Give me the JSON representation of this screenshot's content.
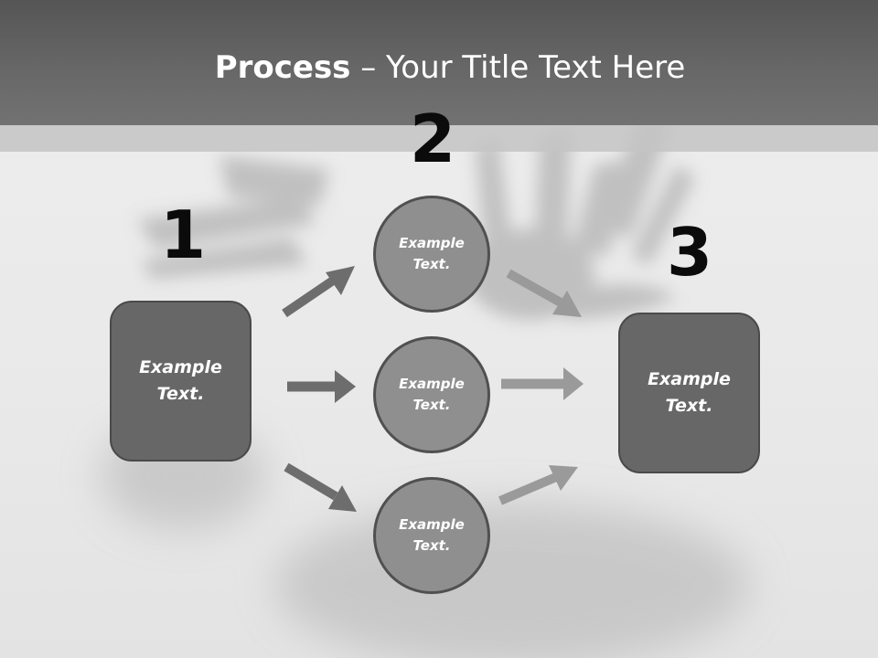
{
  "slide": {
    "title_bold": "Process",
    "title_rest": " – Your Title Text Here"
  },
  "steps": {
    "one": "1",
    "two": "2",
    "three": "3"
  },
  "nodes": {
    "left_box": "Example Text.",
    "circle_top": "Example Text.",
    "circle_middle": "Example Text.",
    "circle_bottom": "Example Text.",
    "right_box": "Example Text."
  },
  "colors": {
    "header": "#676767",
    "box_fill": "#676767",
    "circle_fill": "#8f8f8f",
    "arrow_left": "#6d6d6d",
    "arrow_right": "#9a9a9a"
  }
}
